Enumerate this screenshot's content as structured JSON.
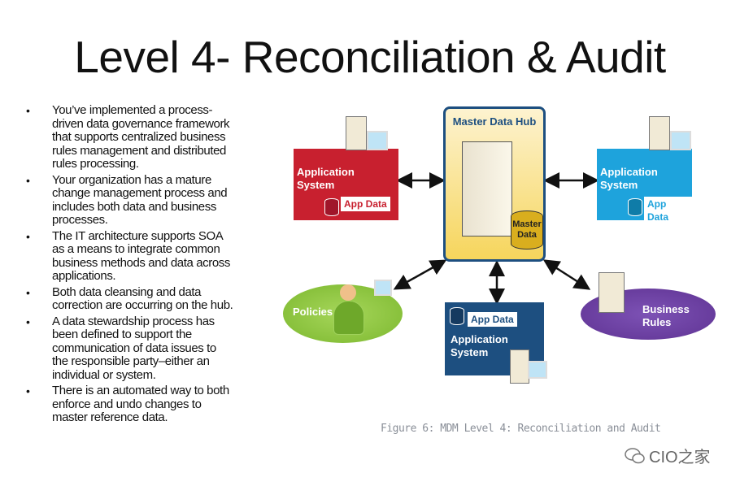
{
  "title": "Level 4- Reconciliation & Audit",
  "bullets": [
    [
      "You’ve implemented a process-",
      "driven data governance framework",
      "that supports centralized business",
      "rules management and distributed",
      "rules processing."
    ],
    [
      "Your organization has a mature",
      "change management process and",
      "includes both data and business",
      "processes."
    ],
    [
      "The IT architecture supports SOA",
      "as a means to integrate common",
      "business methods and data across",
      "applications."
    ],
    [
      "Both data cleansing and data",
      "correction are occurring on the hub."
    ],
    [
      "A data stewardship process has",
      "been defined to support the",
      "communication of data issues to",
      "the responsible party–either an",
      "individual or system."
    ],
    [
      "There is an automated way to both",
      "enforce and undo changes to",
      "master reference data."
    ]
  ],
  "diagram": {
    "hub": {
      "title": "Master Data Hub",
      "db_line1": "Master",
      "db_line2": "Data"
    },
    "app_red": {
      "line1": "Application",
      "line2": "System",
      "data": "App Data",
      "color": "#c8202f"
    },
    "app_cyan": {
      "line1": "Application",
      "line2": "System",
      "data": "App Data",
      "color": "#1ea3dc"
    },
    "app_navy": {
      "line1": "Application",
      "line2": "System",
      "data": "App Data",
      "color": "#1d4f80"
    },
    "policies": {
      "label": "Policies",
      "color": "#8dc63f"
    },
    "rules": {
      "line1": "Business",
      "line2": "Rules",
      "color": "#6b3fa0"
    },
    "caption": "Figure 6: MDM Level 4: Reconciliation and Audit"
  },
  "watermark": "CIO之家"
}
